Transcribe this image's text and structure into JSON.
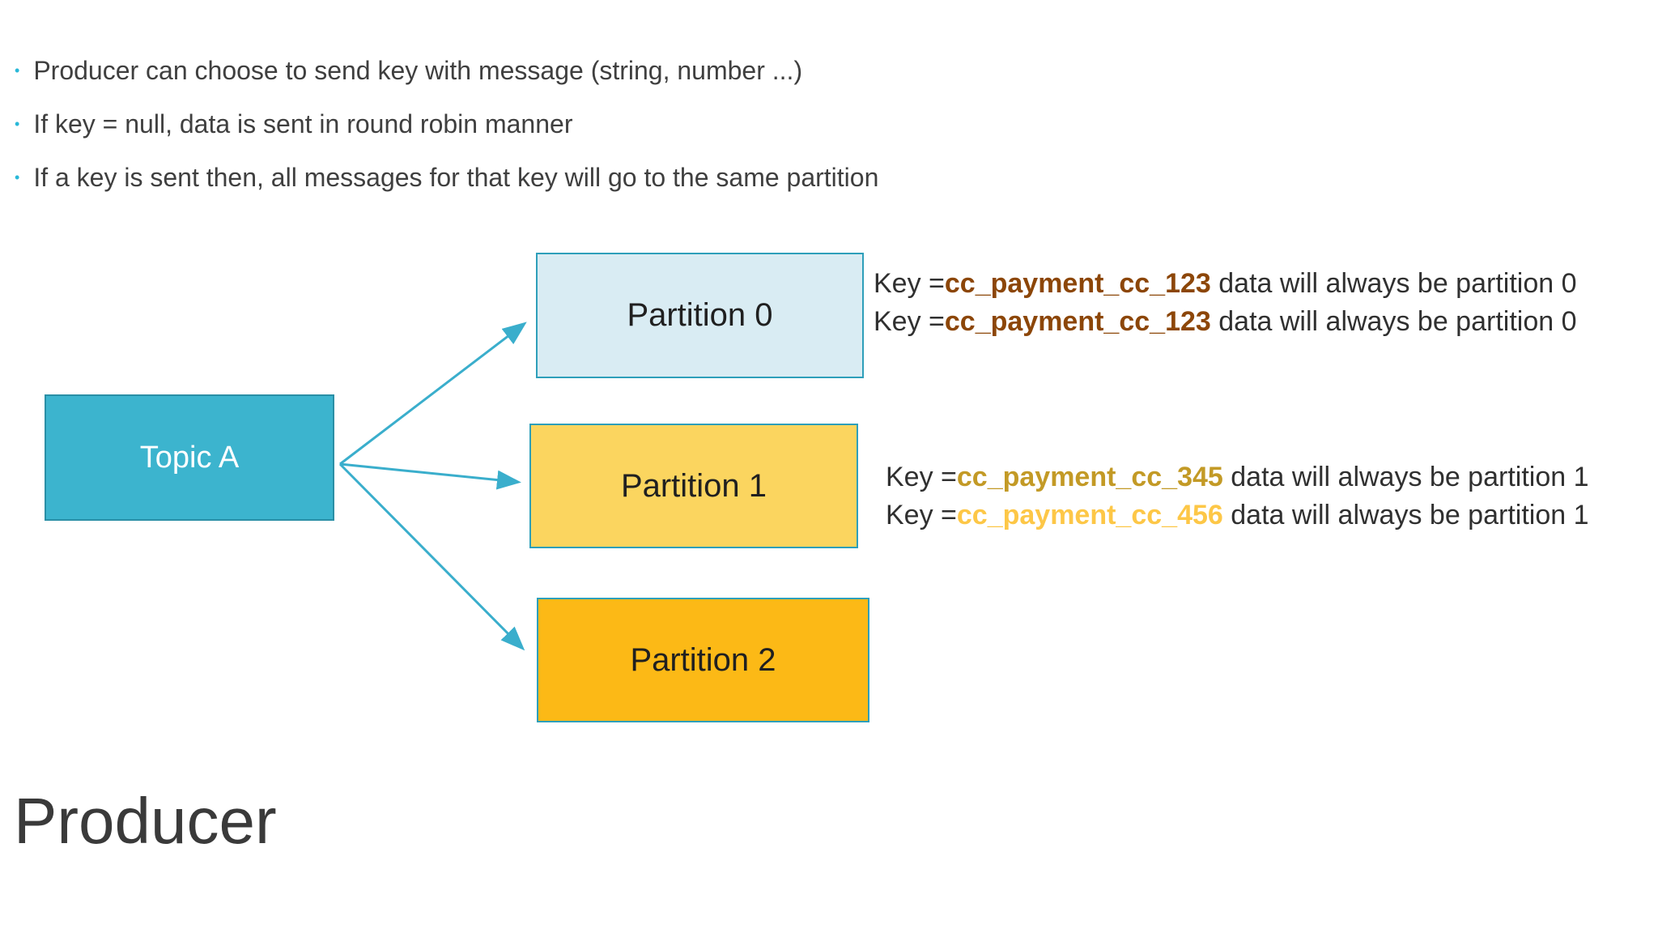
{
  "slide": {
    "title": "Producer",
    "bullets": [
      "Producer can choose to send key with message (string, number ...)",
      "If key = null, data is sent in round robin manner",
      "If a key is sent then, all messages for that key will go to the same partition"
    ],
    "bullet_glyph": "•",
    "colors": {
      "bullet_dot": "#29b8d8",
      "body_text": "#3f3f3f",
      "arrow": "#3aaecc",
      "title_text": "#3a3a3a"
    },
    "diagram": {
      "topic": {
        "label": "Topic A",
        "fill": "#3cb4ce",
        "border": "#2a8fa6",
        "text_color": "#ffffff"
      },
      "partitions": [
        {
          "label": "Partition 0",
          "fill": "#d9ecf3",
          "border": "#2e9fba",
          "text_color": "#202020"
        },
        {
          "label": "Partition 1",
          "fill": "#fbd55f",
          "border": "#2e9fba",
          "text_color": "#202020"
        },
        {
          "label": "Partition 2",
          "fill": "#fcb916",
          "border": "#2e9fba",
          "text_color": "#202020"
        }
      ]
    },
    "annotations": {
      "partition0": [
        {
          "prefix": "Key =",
          "key": "cc_payment_cc_123",
          "key_color": "#8c4608",
          "suffix": " data will always be partition 0"
        },
        {
          "prefix": "Key =",
          "key": "cc_payment_cc_123",
          "key_color": "#8c4608",
          "suffix": " data will always be partition 0"
        }
      ],
      "partition1": [
        {
          "prefix": "Key =",
          "key": "cc_payment_cc_345",
          "key_color": "#c39a26",
          "suffix": " data will always be partition 1"
        },
        {
          "prefix": "Key =",
          "key": "cc_payment_cc_456",
          "key_color": "#fdc747",
          "suffix": " data will always be partition 1"
        }
      ]
    }
  }
}
